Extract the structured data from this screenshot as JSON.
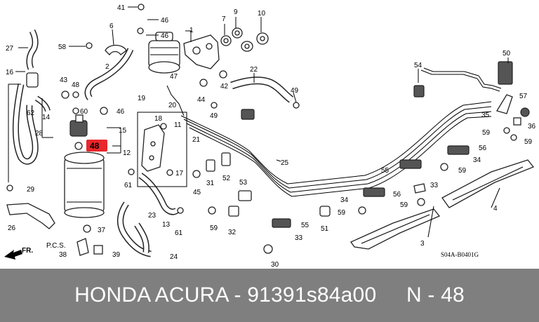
{
  "diagram": {
    "part_labels": [
      {
        "id": "l41",
        "text": "41"
      },
      {
        "id": "l46a",
        "text": "46"
      },
      {
        "id": "l46b",
        "text": "46"
      },
      {
        "id": "l1",
        "text": "1"
      },
      {
        "id": "l7",
        "text": "7"
      },
      {
        "id": "l9",
        "text": "9"
      },
      {
        "id": "l10",
        "text": "10"
      },
      {
        "id": "l6",
        "text": "6"
      },
      {
        "id": "l27",
        "text": "27"
      },
      {
        "id": "l58",
        "text": "58"
      },
      {
        "id": "l2",
        "text": "2"
      },
      {
        "id": "l47",
        "text": "47"
      },
      {
        "id": "l16",
        "text": "16"
      },
      {
        "id": "l43",
        "text": "43"
      },
      {
        "id": "l48t",
        "text": "48"
      },
      {
        "id": "l42",
        "text": "42"
      },
      {
        "id": "l22",
        "text": "22"
      },
      {
        "id": "l54",
        "text": "54"
      },
      {
        "id": "l50",
        "text": "50"
      },
      {
        "id": "l49a",
        "text": "49"
      },
      {
        "id": "l62",
        "text": "62"
      },
      {
        "id": "l14",
        "text": "14"
      },
      {
        "id": "l60",
        "text": "60"
      },
      {
        "id": "l46c",
        "text": "46"
      },
      {
        "id": "l44",
        "text": "44"
      },
      {
        "id": "l49b",
        "text": "49"
      },
      {
        "id": "l57",
        "text": "57"
      },
      {
        "id": "l19",
        "text": "19"
      },
      {
        "id": "l20",
        "text": "20"
      },
      {
        "id": "l35",
        "text": "35"
      },
      {
        "id": "l36",
        "text": "36"
      },
      {
        "id": "l28",
        "text": "28"
      },
      {
        "id": "l18",
        "text": "18"
      },
      {
        "id": "l11",
        "text": "11"
      },
      {
        "id": "l15",
        "text": "15"
      },
      {
        "id": "l59a",
        "text": "59"
      },
      {
        "id": "l59b",
        "text": "59"
      },
      {
        "id": "l21",
        "text": "21"
      },
      {
        "id": "l12",
        "text": "12"
      },
      {
        "id": "l56a",
        "text": "56"
      },
      {
        "id": "l34a",
        "text": "34"
      },
      {
        "id": "l25",
        "text": "25"
      },
      {
        "id": "l59c",
        "text": "59"
      },
      {
        "id": "l55a",
        "text": "55"
      },
      {
        "id": "l17",
        "text": "17"
      },
      {
        "id": "l52",
        "text": "52"
      },
      {
        "id": "l61a",
        "text": "61"
      },
      {
        "id": "l29",
        "text": "29"
      },
      {
        "id": "l45",
        "text": "45"
      },
      {
        "id": "l31",
        "text": "31"
      },
      {
        "id": "l53",
        "text": "53"
      },
      {
        "id": "l33a",
        "text": "33"
      },
      {
        "id": "l56b",
        "text": "56"
      },
      {
        "id": "l34b",
        "text": "34"
      },
      {
        "id": "l59d",
        "text": "59"
      },
      {
        "id": "l4",
        "text": "4"
      },
      {
        "id": "l23",
        "text": "23"
      },
      {
        "id": "l59e",
        "text": "59"
      },
      {
        "id": "l59f",
        "text": "59"
      },
      {
        "id": "l26",
        "text": "26"
      },
      {
        "id": "l37",
        "text": "37"
      },
      {
        "id": "l13",
        "text": "13"
      },
      {
        "id": "l61b",
        "text": "61"
      },
      {
        "id": "l32",
        "text": "32"
      },
      {
        "id": "l55b",
        "text": "55"
      },
      {
        "id": "l51",
        "text": "51"
      },
      {
        "id": "l33b",
        "text": "33"
      },
      {
        "id": "l3",
        "text": "3"
      },
      {
        "id": "l38",
        "text": "38"
      },
      {
        "id": "l39",
        "text": "39"
      },
      {
        "id": "l24",
        "text": "24"
      },
      {
        "id": "l30",
        "text": "30"
      }
    ],
    "highlight_label": "48",
    "highlight_color": "#e8262b",
    "front_label": "FR.",
    "pcs_label": "P.C.S.",
    "diagram_code": "S04A-B0401G"
  },
  "footer": {
    "text": "HONDA ACURA - 91391s84a00     N - 48",
    "background": "#7f7f7f"
  }
}
